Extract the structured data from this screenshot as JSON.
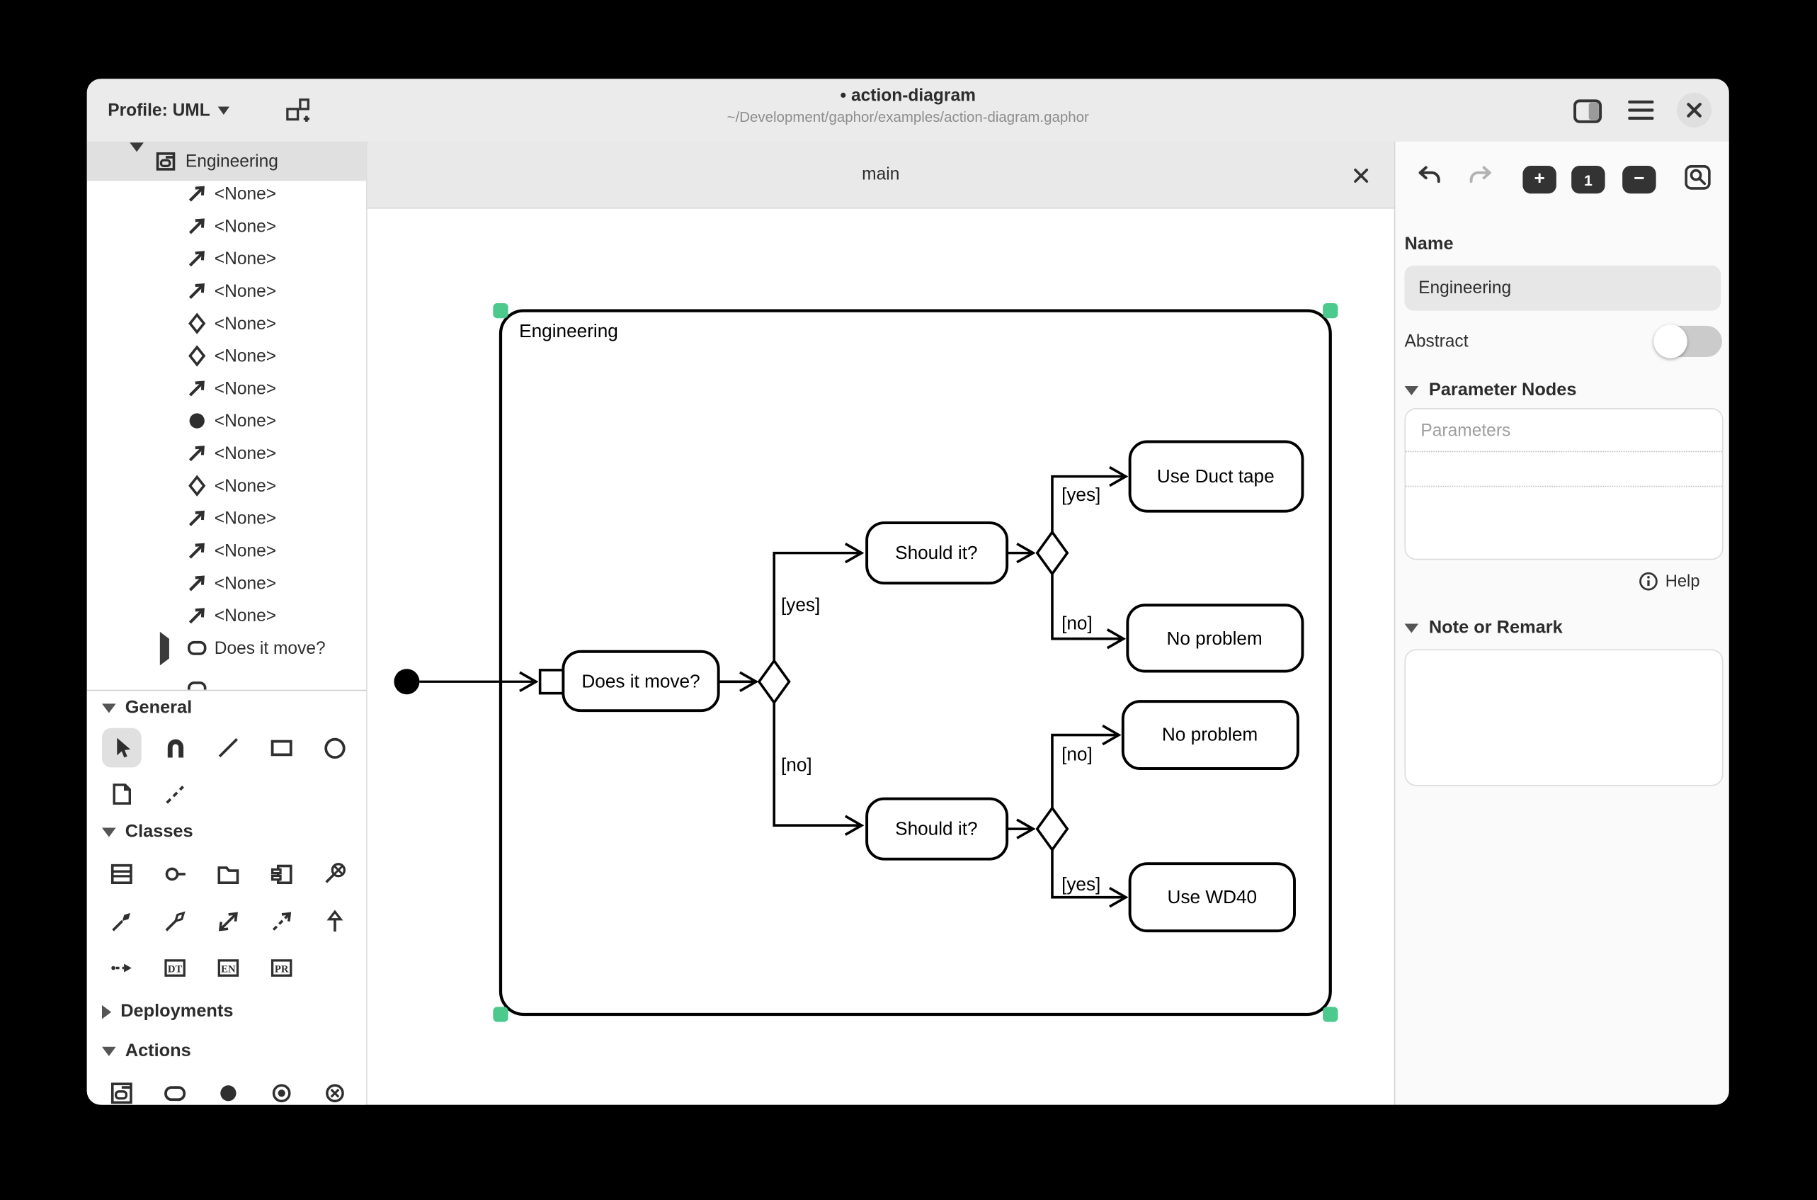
{
  "header": {
    "profile_label": "Profile: UML",
    "unsaved_indicator": "•",
    "title": "action-diagram",
    "subtitle": "~/Development/gaphor/examples/action-diagram.gaphor",
    "icons": [
      "diagram-add-icon",
      "sidebar-toggle-icon",
      "menu-icon",
      "close-icon"
    ]
  },
  "sidebar": {
    "tree": {
      "root": {
        "label": "Engineering",
        "icon": "diagram-icon",
        "expanded": true,
        "selected": true
      },
      "children": [
        {
          "icon": "control-flow-icon",
          "label": "<None>"
        },
        {
          "icon": "control-flow-icon",
          "label": "<None>"
        },
        {
          "icon": "control-flow-icon",
          "label": "<None>"
        },
        {
          "icon": "control-flow-icon",
          "label": "<None>"
        },
        {
          "icon": "decision-node-icon",
          "label": "<None>"
        },
        {
          "icon": "decision-node-icon",
          "label": "<None>"
        },
        {
          "icon": "control-flow-icon",
          "label": "<None>"
        },
        {
          "icon": "initial-node-icon",
          "label": "<None>"
        },
        {
          "icon": "control-flow-icon",
          "label": "<None>"
        },
        {
          "icon": "decision-node-icon",
          "label": "<None>"
        },
        {
          "icon": "control-flow-icon",
          "label": "<None>"
        },
        {
          "icon": "control-flow-icon",
          "label": "<None>"
        },
        {
          "icon": "control-flow-icon",
          "label": "<None>"
        },
        {
          "icon": "control-flow-icon",
          "label": "<None>"
        }
      ],
      "action_item": {
        "label": "Does it move?",
        "icon": "action-icon",
        "expanded": false
      }
    },
    "toolbox": {
      "sections": [
        {
          "label": "General",
          "expanded": true,
          "tools": [
            "pointer-tool",
            "magnet-tool",
            "line-tool",
            "box-tool",
            "ellipse-tool",
            "comment-tool",
            "comment-line-tool"
          ],
          "selected_tool": "pointer-tool"
        },
        {
          "label": "Classes",
          "expanded": true,
          "tools": [
            "class-tool",
            "interface-tool",
            "package-tool",
            "component-tool",
            "containment-tool",
            "composite-association-tool",
            "shared-association-tool",
            "association-tool",
            "dependency-tool",
            "generalization-tool",
            "interface-realization-tool",
            "data-type-tool",
            "enumeration-tool",
            "primitive-tool"
          ],
          "letter_icons": {
            "data_type": "DT",
            "enumeration": "EN",
            "primitive": "PR"
          }
        },
        {
          "label": "Deployments",
          "expanded": false,
          "tools": []
        },
        {
          "label": "Actions",
          "expanded": true,
          "tools": [
            "partition-tool",
            "action-tool",
            "initial-node-tool",
            "activity-final-node-tool",
            "flow-final-node-tool"
          ]
        }
      ]
    }
  },
  "canvas": {
    "tab": {
      "label": "main"
    },
    "frame": {
      "label": "Engineering",
      "handle_color": "#4cc98c"
    },
    "nodes": {
      "does_it_move": "Does it move?",
      "should_it_top": "Should it?",
      "use_duct_tape": "Use Duct tape",
      "no_problem_top": "No problem",
      "should_it_bottom": "Should it?",
      "no_problem_mid": "No problem",
      "use_wd40": "Use WD40"
    },
    "guards": {
      "d1_yes": "[yes]",
      "d1_no": "[no]",
      "d2_yes": "[yes]",
      "d2_no": "[no]",
      "d3_no": "[no]",
      "d3_yes": "[yes]"
    }
  },
  "properties": {
    "toolbar": {
      "zoom_level": "1",
      "icons": [
        "undo-icon",
        "redo-icon",
        "zoom-in-icon",
        "zoom-level-icon",
        "zoom-out-icon",
        "zoom-fit-icon"
      ]
    },
    "name_label": "Name",
    "name_value": "Engineering",
    "abstract_label": "Abstract",
    "abstract_on": false,
    "parameter_nodes_label": "Parameter Nodes",
    "parameters_placeholder": "Parameters",
    "help_label": "Help",
    "note_label": "Note or Remark",
    "note_value": ""
  },
  "colors": {
    "selection_handle": "#4cc98c",
    "header_bg": "#ebebeb",
    "panel_bg": "#fafafa",
    "accent_dark": "#333333"
  }
}
